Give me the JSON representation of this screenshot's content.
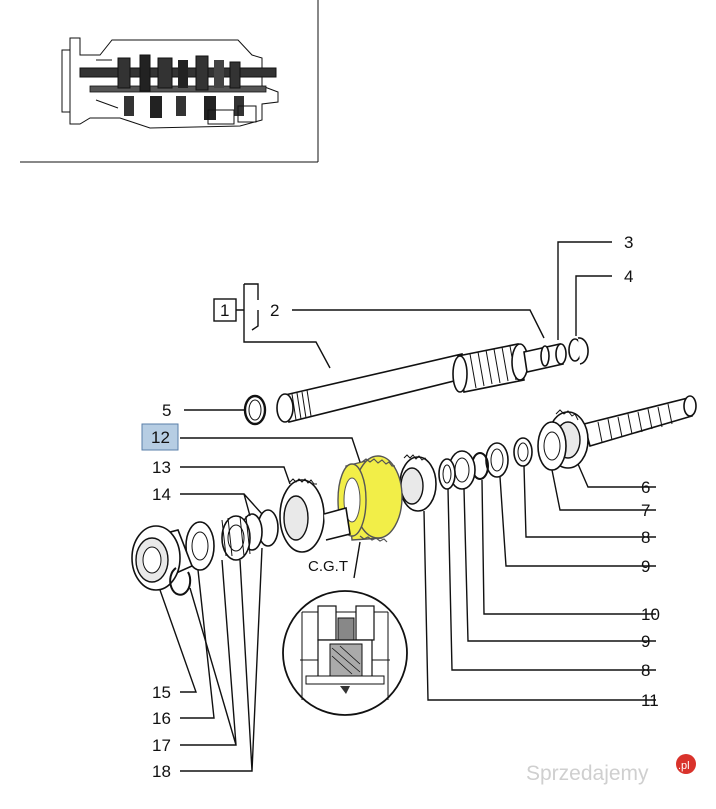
{
  "diagram": {
    "group_label": "1",
    "selected_label": "12",
    "cgt_label": "C.G.T",
    "labels": {
      "l2": "2",
      "l3": "3",
      "l4": "4",
      "l5": "5",
      "l6": "6",
      "l7": "7",
      "l8a": "8",
      "l9a": "9",
      "l10": "10",
      "l9b": "9",
      "l8b": "8",
      "l11": "11",
      "l13": "13",
      "l14": "14",
      "l15": "15",
      "l16": "16",
      "l17": "17",
      "l18": "18"
    },
    "highlight_color": "#f2ee48",
    "selected_box_color": "#b6cde3"
  },
  "watermark": {
    "text": "Sprzedajemy",
    "suffix": ".pl",
    "badge_color": "#d9322b"
  }
}
